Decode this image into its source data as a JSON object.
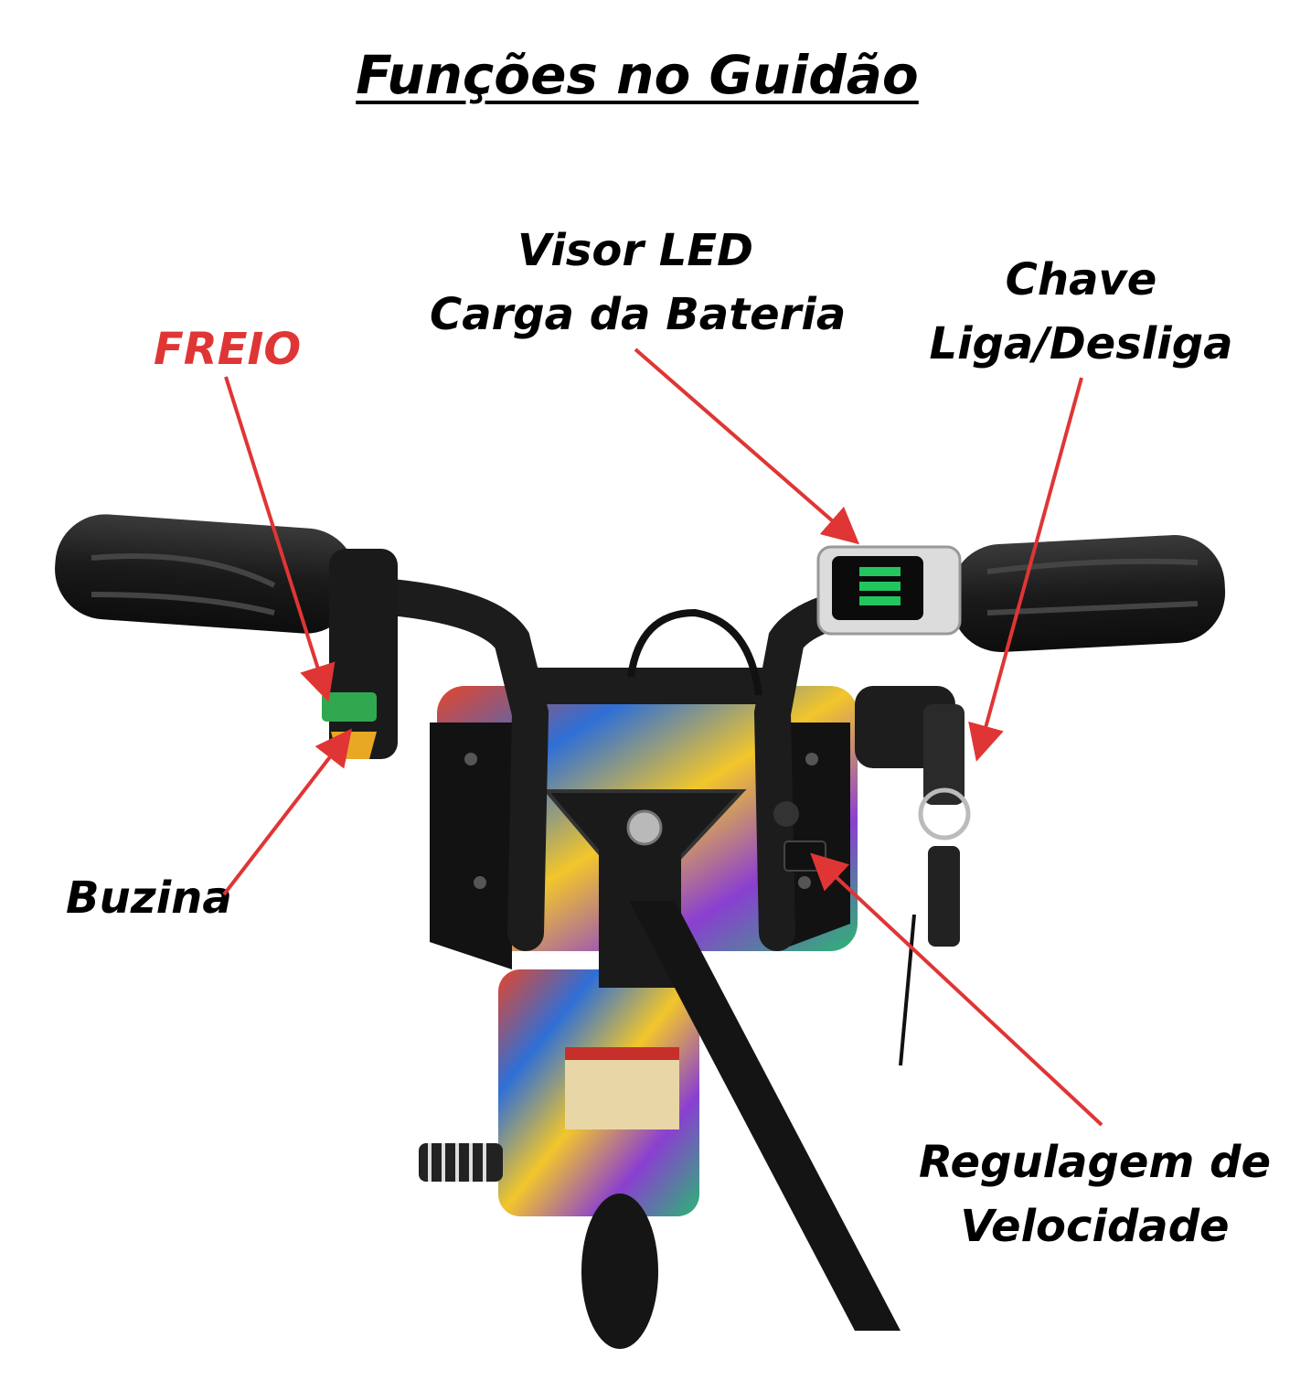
{
  "title": "Funções no Guidão",
  "labels": {
    "visor_line1": "Visor LED",
    "visor_line2": "Carga da Bateria",
    "chave_line1": "Chave",
    "chave_line2": "Liga/Desliga",
    "freio": "FREIO",
    "buzina": "Buzina",
    "regulagem_line1": "Regulagem de",
    "regulagem_line2": "Velocidade"
  },
  "colors": {
    "accent_red": "#e03535",
    "text": "#000000",
    "background": "#ffffff"
  },
  "photo": {
    "subject": "electric-scooter-handlebar"
  }
}
